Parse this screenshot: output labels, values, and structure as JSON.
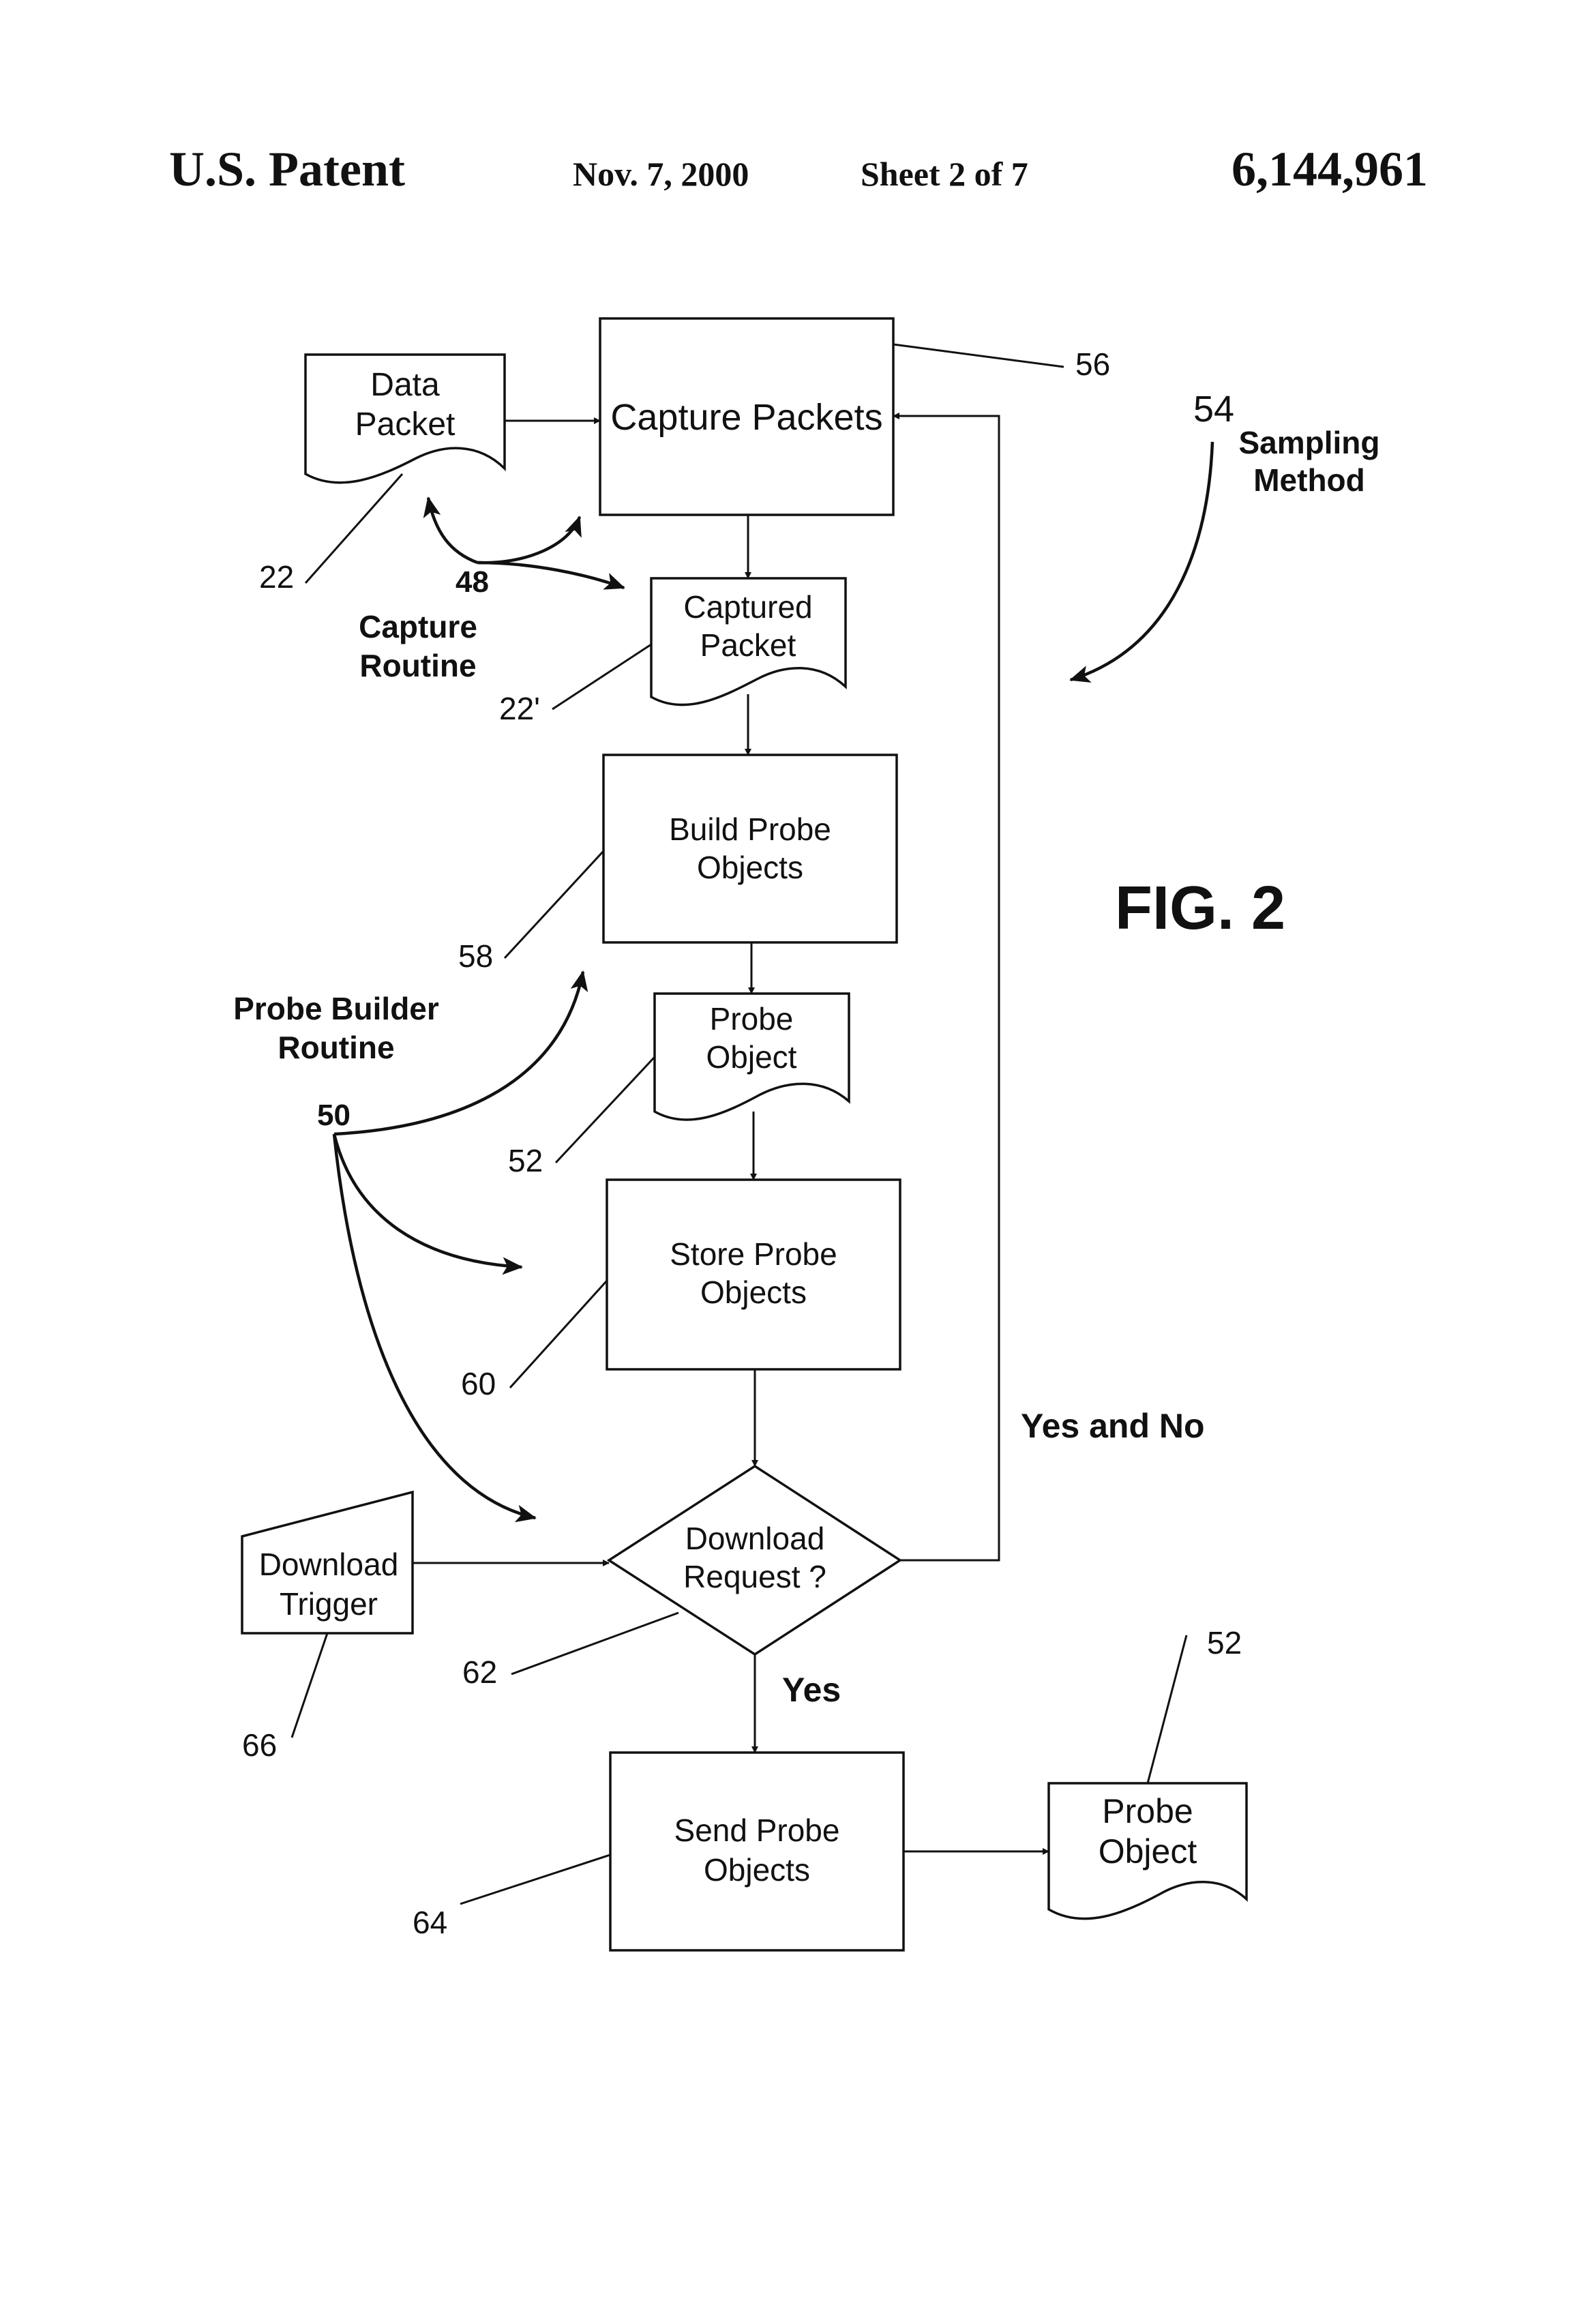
{
  "header": {
    "left": "U.S. Patent",
    "date": "Nov. 7, 2000",
    "sheet": "Sheet 2 of 7",
    "patent_number": "6,144,961"
  },
  "figure_label": "FIG. 2",
  "nodes": {
    "data_packet": [
      "Data",
      "Packet"
    ],
    "capture_packets": [
      "Capture Packets"
    ],
    "captured_packet": [
      "Captured",
      "Packet"
    ],
    "build_probe": [
      "Build Probe",
      "Objects"
    ],
    "probe_object_mid": [
      "Probe",
      "Object"
    ],
    "store_probe": [
      "Store Probe",
      "Objects"
    ],
    "download_request": [
      "Download",
      "Request ?"
    ],
    "download_trigger": [
      "Download",
      "Trigger"
    ],
    "send_probe": [
      "Send Probe",
      "Objects"
    ],
    "probe_object_out": [
      "Probe",
      "Object"
    ]
  },
  "annotations": {
    "capture_routine": [
      "Capture",
      "Routine"
    ],
    "probe_builder_routine": [
      "Probe Builder",
      "Routine"
    ],
    "sampling_method": [
      "Sampling",
      "Method"
    ],
    "yes_and_no": "Yes and No",
    "yes": "Yes"
  },
  "refs": {
    "r22": "22",
    "r22p": "22'",
    "r48": "48",
    "r50": "50",
    "r52a": "52",
    "r52b": "52",
    "r54": "54",
    "r56": "56",
    "r58": "58",
    "r60": "60",
    "r62": "62",
    "r64": "64",
    "r66": "66"
  }
}
